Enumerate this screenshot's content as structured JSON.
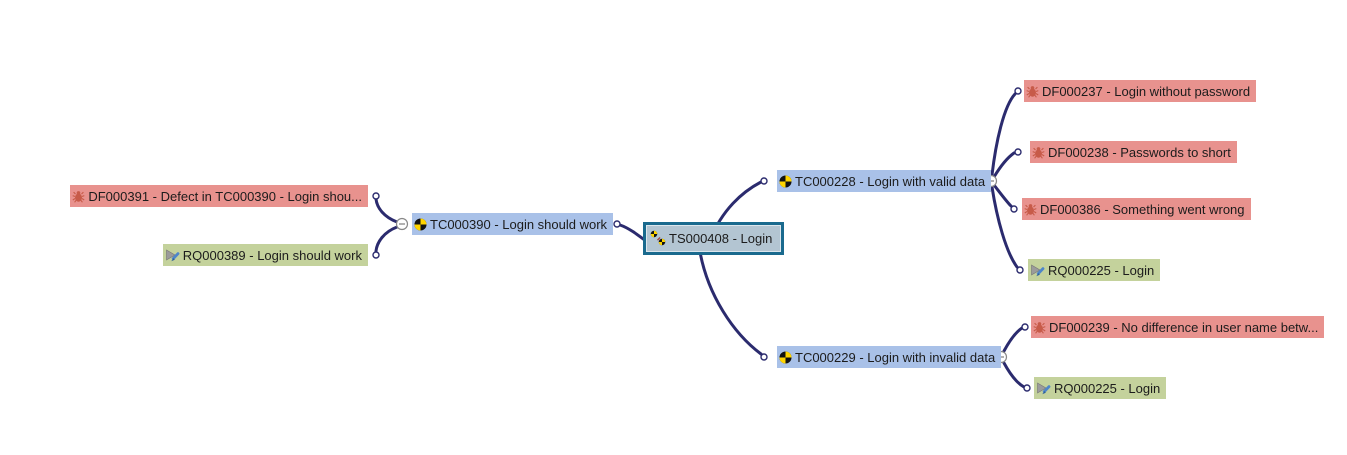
{
  "diagram": {
    "type": "test-management-mindmap",
    "selected_node": "TS000408 - Login",
    "colors": {
      "defect_bg": "#E8928E",
      "requirement_bg": "#C4D29C",
      "testcase_bg": "#A9C1E8",
      "selected_bg": "#B3C5D2",
      "selected_border": "#1A6A8E",
      "connector": "#2B2B6E",
      "bug_icon": "#C75B49",
      "tc_icon_yellow": "#FFD500"
    },
    "edges": [
      {
        "from": "TS000408 - Login",
        "to": "TC000390 - Login should work"
      },
      {
        "from": "TS000408 - Login",
        "to": "TC000228 - Login with valid data"
      },
      {
        "from": "TS000408 - Login",
        "to": "TC000229 - Login with invalid data"
      },
      {
        "from": "TC000390 - Login should work",
        "to": "DF000391 - Defect in TC000390 - Login shou..."
      },
      {
        "from": "TC000390 - Login should work",
        "to": "RQ000389 - Login should work"
      },
      {
        "from": "TC000228 - Login with valid data",
        "to": "DF000237 - Login without password"
      },
      {
        "from": "TC000228 - Login with valid data",
        "to": "DF000238 - Passwords to short"
      },
      {
        "from": "TC000228 - Login with valid data",
        "to": "DF000386 - Something went wrong"
      },
      {
        "from": "TC000228 - Login with valid data",
        "to": "RQ000225 - Login"
      },
      {
        "from": "TC000229 - Login with invalid data",
        "to": "DF000239 - No difference in user name betw..."
      },
      {
        "from": "TC000229 - Login with invalid data",
        "to": "RQ000225 - Login"
      }
    ]
  },
  "nodes": {
    "df391": {
      "label": "DF000391 - Defect in TC000390 - Login shou...",
      "type": "defect"
    },
    "rq389": {
      "label": "RQ000389 - Login should work",
      "type": "requirement"
    },
    "tc390": {
      "label": "TC000390 - Login should work",
      "type": "testcase"
    },
    "ts408": {
      "label": "TS000408 - Login",
      "type": "testsuite"
    },
    "tc228": {
      "label": "TC000228 - Login with valid data",
      "type": "testcase"
    },
    "df237": {
      "label": "DF000237 - Login without password",
      "type": "defect"
    },
    "df238": {
      "label": "DF000238 - Passwords to short",
      "type": "defect"
    },
    "df386": {
      "label": "DF000386 - Something went wrong",
      "type": "defect"
    },
    "rq225a": {
      "label": "RQ000225 - Login",
      "type": "requirement"
    },
    "tc229": {
      "label": "TC000229 - Login with invalid data",
      "type": "testcase"
    },
    "df239": {
      "label": "DF000239 - No difference in user name betw...",
      "type": "defect"
    },
    "rq225b": {
      "label": "RQ000225 - Login",
      "type": "requirement"
    }
  }
}
